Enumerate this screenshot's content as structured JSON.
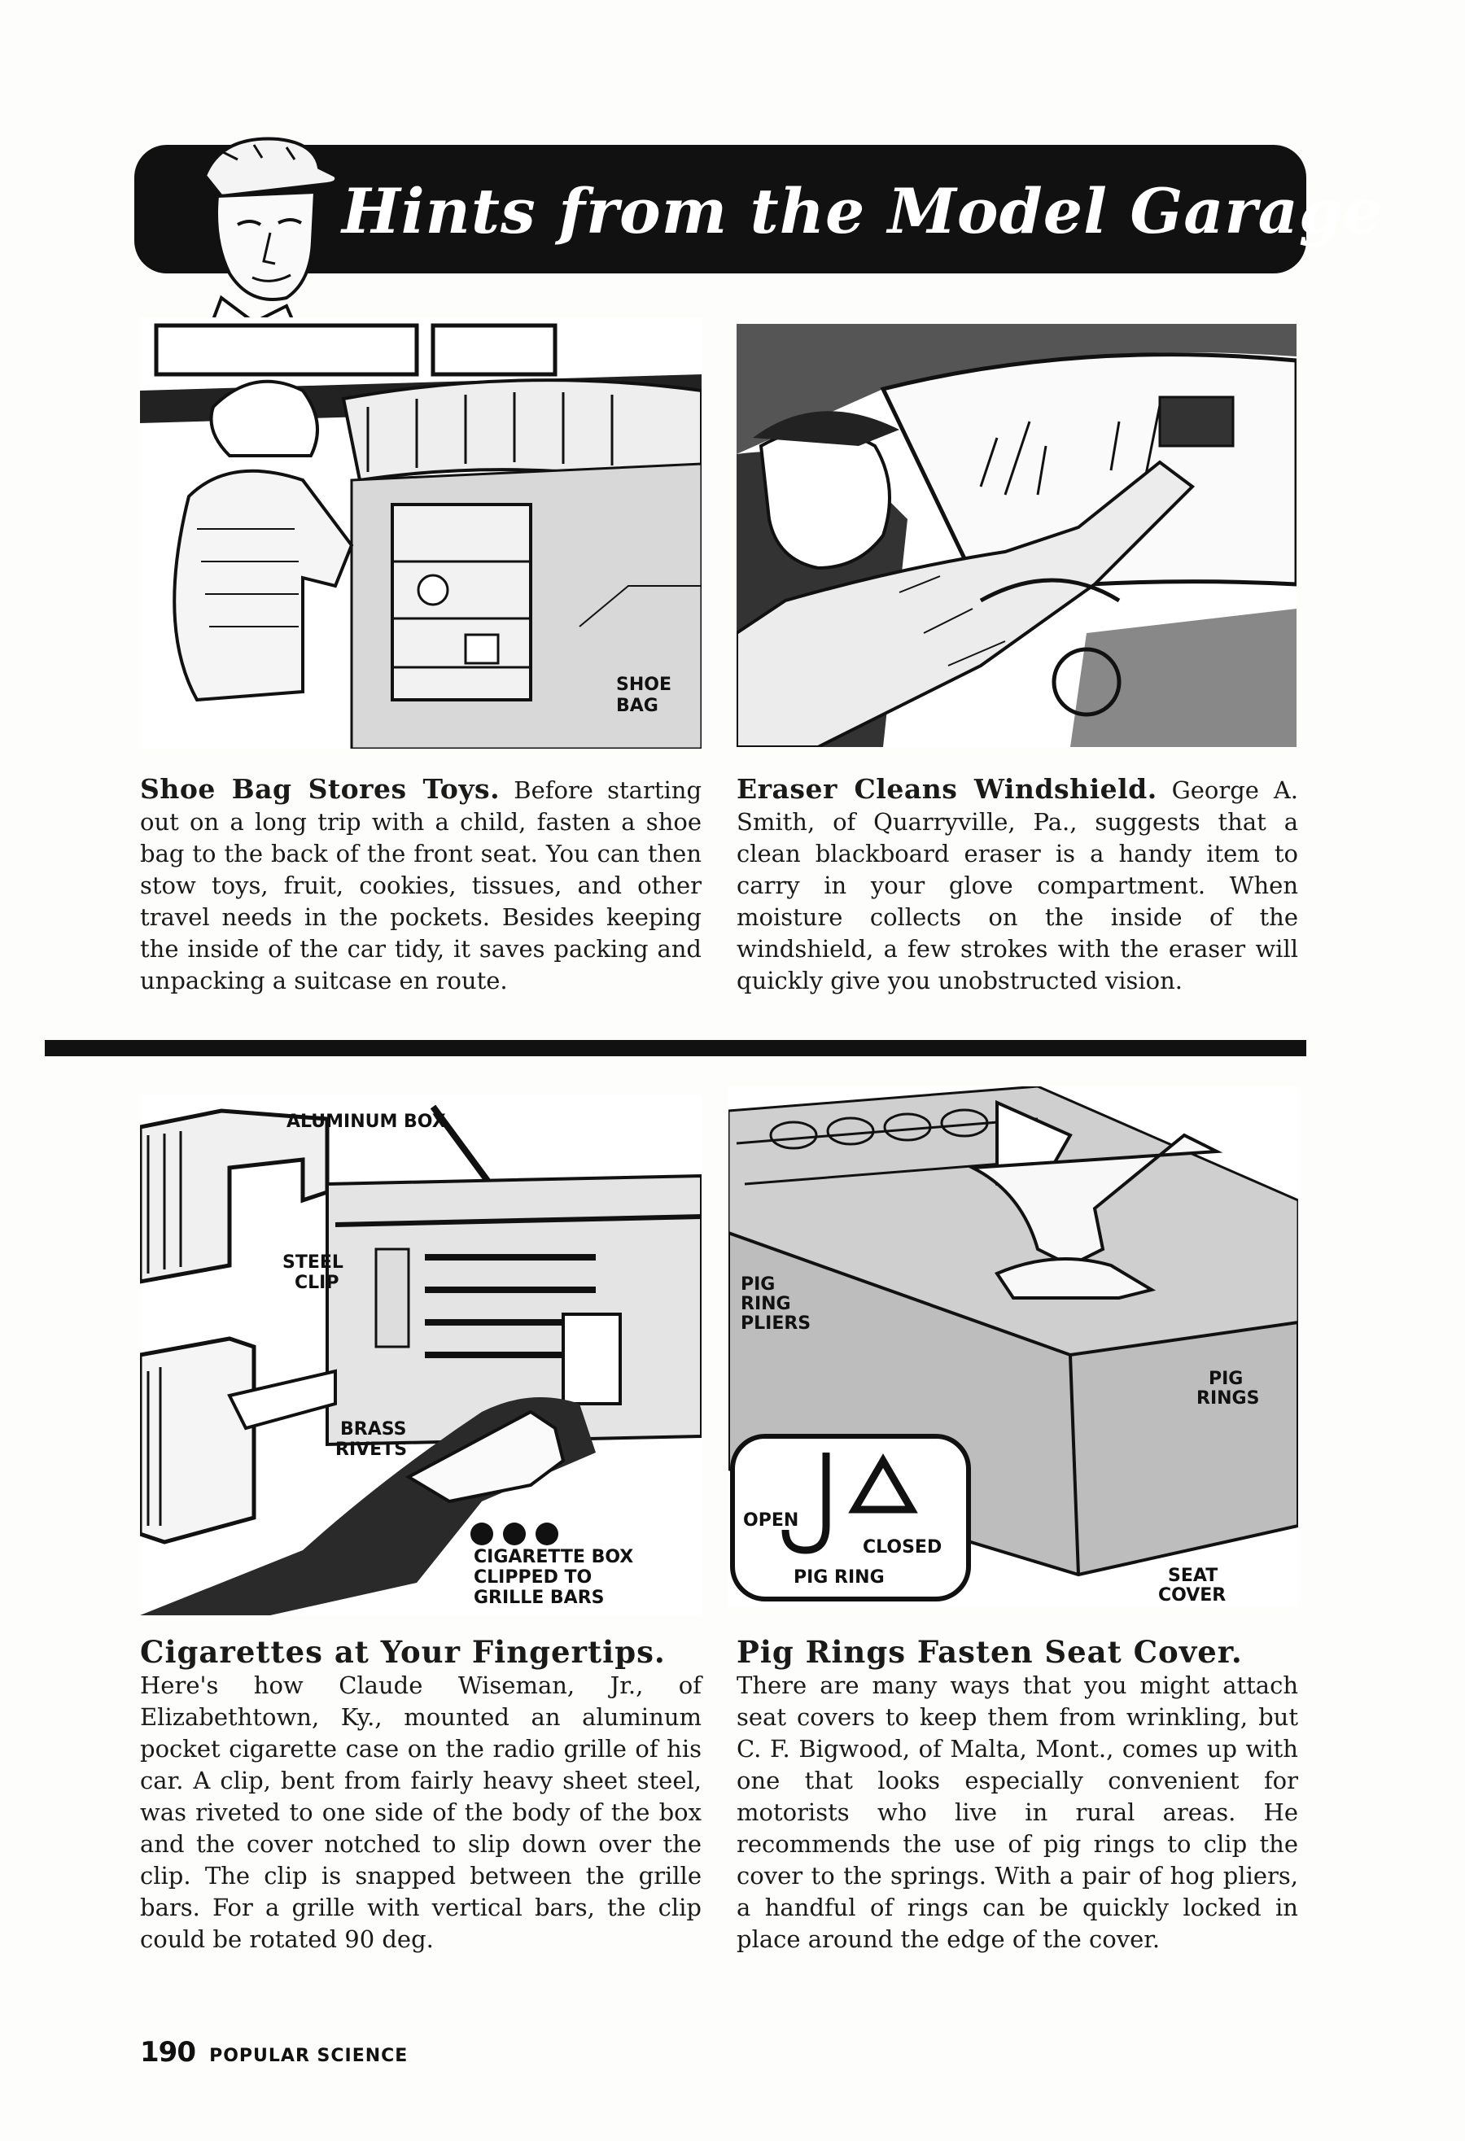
{
  "header": {
    "title": "Hints from the Model Garage"
  },
  "articles": [
    {
      "id": "shoe-bag",
      "headline": "Shoe Bag Stores Toys.",
      "body": "Before starting out on a long trip with a child, fasten a shoe bag to the back of the front seat. You can then stow toys, fruit, cookies, tissues, and other travel needs in the pockets. Besides keeping the inside of the car tidy, it saves packing and unpacking a suitcase en route.",
      "callouts": [
        "SHOE",
        "BAG"
      ]
    },
    {
      "id": "eraser",
      "headline": "Eraser Cleans Windshield.",
      "body": "George A. Smith, of Quarryville, Pa., suggests that a clean blackboard eraser is a handy item to carry in your glove compartment. When moisture collects on the inside of the windshield, a few strokes with the eraser will quickly give you unobstructed vision."
    },
    {
      "id": "cigarettes",
      "headline": "Cigarettes at Your Fingertips.",
      "body": "Here's how Claude Wiseman, Jr., of Elizabethtown, Ky., mounted an aluminum pocket cigarette case on the radio grille of his car. A clip, bent from fairly heavy sheet steel, was riveted to one side of the body of the box and the cover notched to slip down over the clip. The clip is snapped between the grille bars. For a grille with vertical bars, the clip could be rotated 90 deg.",
      "callouts": {
        "aluminum_box": "ALUMINUM BOX",
        "steel_clip_1": "STEEL",
        "steel_clip_2": "CLIP",
        "brass_rivets_1": "BRASS",
        "brass_rivets_2": "RIVETS",
        "cig_box_1": "CIGARETTE BOX",
        "cig_box_2": "CLIPPED TO",
        "cig_box_3": "GRILLE BARS"
      }
    },
    {
      "id": "pig-rings",
      "headline": "Pig Rings Fasten Seat Cover.",
      "body": "There are many ways that you might attach seat covers to keep them from wrinkling, but C. F. Bigwood, of Malta, Mont., comes up with one that looks especially convenient for motorists who live in rural areas. He recommends the use of pig rings to clip the cover to the springs. With a pair of hog pliers, a handful of rings can be quickly locked in place around the edge of the cover.",
      "callouts": {
        "pliers_1": "PIG",
        "pliers_2": "RING",
        "pliers_3": "PLIERS",
        "rings_1": "PIG",
        "rings_2": "RINGS",
        "open": "OPEN",
        "closed": "CLOSED",
        "pig_ring": "PIG RING",
        "seat_1": "SEAT",
        "seat_2": "COVER"
      }
    }
  ],
  "footer": {
    "page_number": "190",
    "magazine": "POPULAR SCIENCE"
  }
}
